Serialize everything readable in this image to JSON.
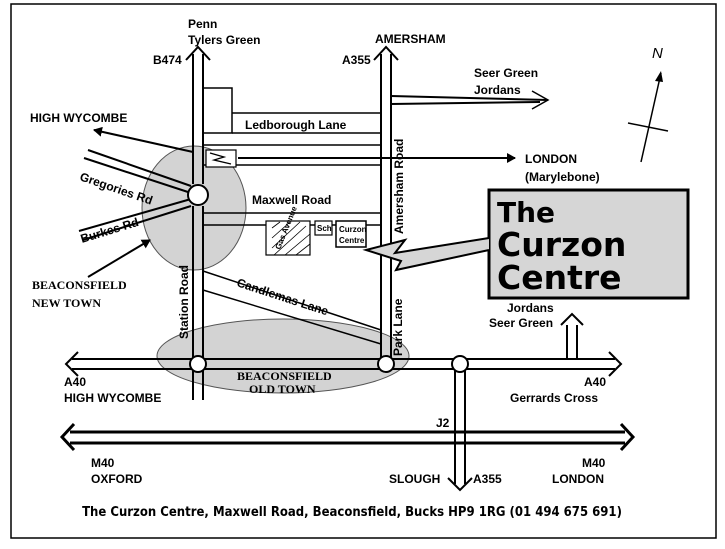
{
  "labels": {
    "penn": "Penn",
    "tylers_green": "Tylers Green",
    "amersham": "AMERSHAM",
    "b474": "B474",
    "a355_top": "A355",
    "seer_green_top": "Seer Green",
    "jordans_top": "Jordans",
    "high_wycombe_top": "HIGH WYCOMBE",
    "ledborough_lane": "Ledborough Lane",
    "london": "LONDON",
    "marylebone": "(Marylebone)",
    "gregories_rd": "Gregories Rd",
    "burkes_rd": "Burkes Rd",
    "maxwell_road": "Maxwell Road",
    "amersham_road": "Amersham Road",
    "gas_avenue": "Gas Avenue",
    "school": "Sch",
    "curzon_line1": "Curzon",
    "curzon_line2": "Centre",
    "beaconsfield_new": "BEACONSFIELD",
    "new_town": "NEW TOWN",
    "candlemas_lane": "Candlemas Lane",
    "station_road": "Station Road",
    "park_lane": "Park Lane",
    "jordans_bottom": "Jordans",
    "seer_green_bottom": "Seer Green",
    "beaconsfield_old": "BEACONSFIELD",
    "old_town": "OLD TOWN",
    "a40_left": "A40",
    "high_wycombe_bottom": "HIGH WYCOMBE",
    "a40_right": "A40",
    "gerrards_cross": "Gerrards Cross",
    "j2": "J2",
    "m40_left": "M40",
    "oxford": "OXFORD",
    "slough": "SLOUGH",
    "a355_bottom": "A355",
    "m40_right": "M40",
    "london_bottom": "LONDON",
    "north": "N"
  },
  "callout": {
    "line1": "The",
    "line2": "Curzon",
    "line3": "Centre"
  },
  "footer": "The Curzon Centre,  Maxwell Road,  Beaconsfield,  Bucks HP9 1RG (01 494 675 691)",
  "colors": {
    "town_fill": "#d3d3d3",
    "callout_fill": "#d6d6d6",
    "ink": "#000000"
  }
}
